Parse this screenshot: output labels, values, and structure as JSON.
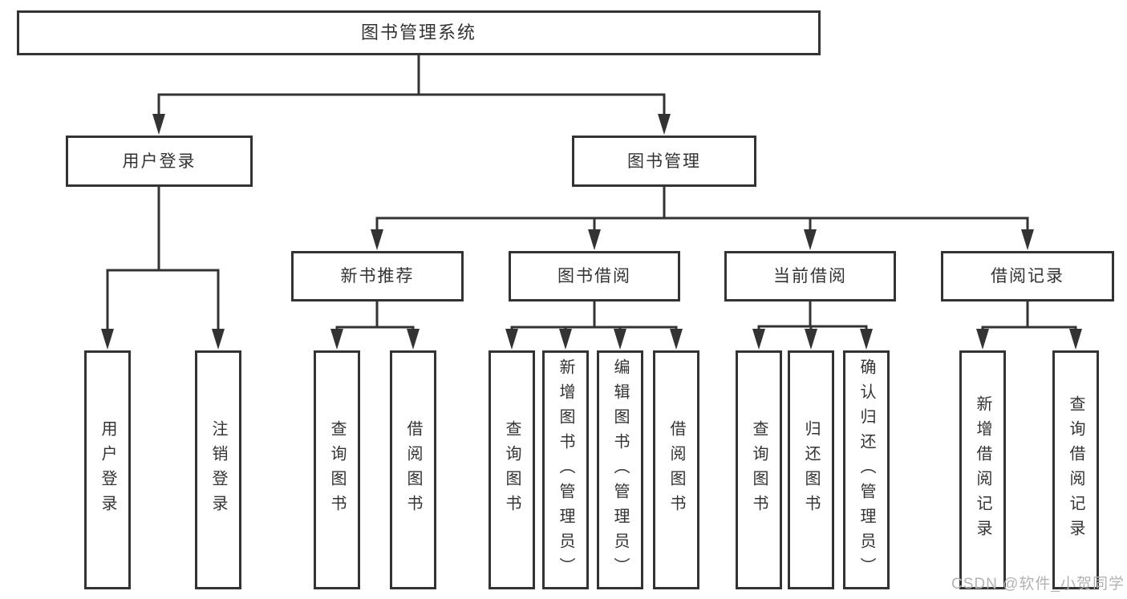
{
  "tree": {
    "root": {
      "label": "图书管理系统",
      "children": [
        {
          "label": "用户登录",
          "children": [
            {
              "label": "用户登录"
            },
            {
              "label": "注销登录"
            }
          ]
        },
        {
          "label": "图书管理",
          "children": [
            {
              "label": "新书推荐",
              "children": [
                {
                  "label": "查询图书"
                },
                {
                  "label": "借阅图书"
                }
              ]
            },
            {
              "label": "图书借阅",
              "children": [
                {
                  "label": "查询图书"
                },
                {
                  "label": "新增图书（管理员）"
                },
                {
                  "label": "编辑图书（管理员）"
                },
                {
                  "label": "借阅图书"
                }
              ]
            },
            {
              "label": "当前借阅",
              "children": [
                {
                  "label": "查询图书"
                },
                {
                  "label": "归还图书"
                },
                {
                  "label": "确认归还（管理员）"
                }
              ]
            },
            {
              "label": "借阅记录",
              "children": [
                {
                  "label": "新增借阅记录"
                },
                {
                  "label": "查询借阅记录"
                }
              ]
            }
          ]
        }
      ]
    },
    "colors": {
      "line": "#333333",
      "text": "#333333",
      "background": "#ffffff",
      "watermark": "#b3b3b3"
    }
  },
  "watermark": {
    "text": "CSDN @软件_小贺同学"
  }
}
